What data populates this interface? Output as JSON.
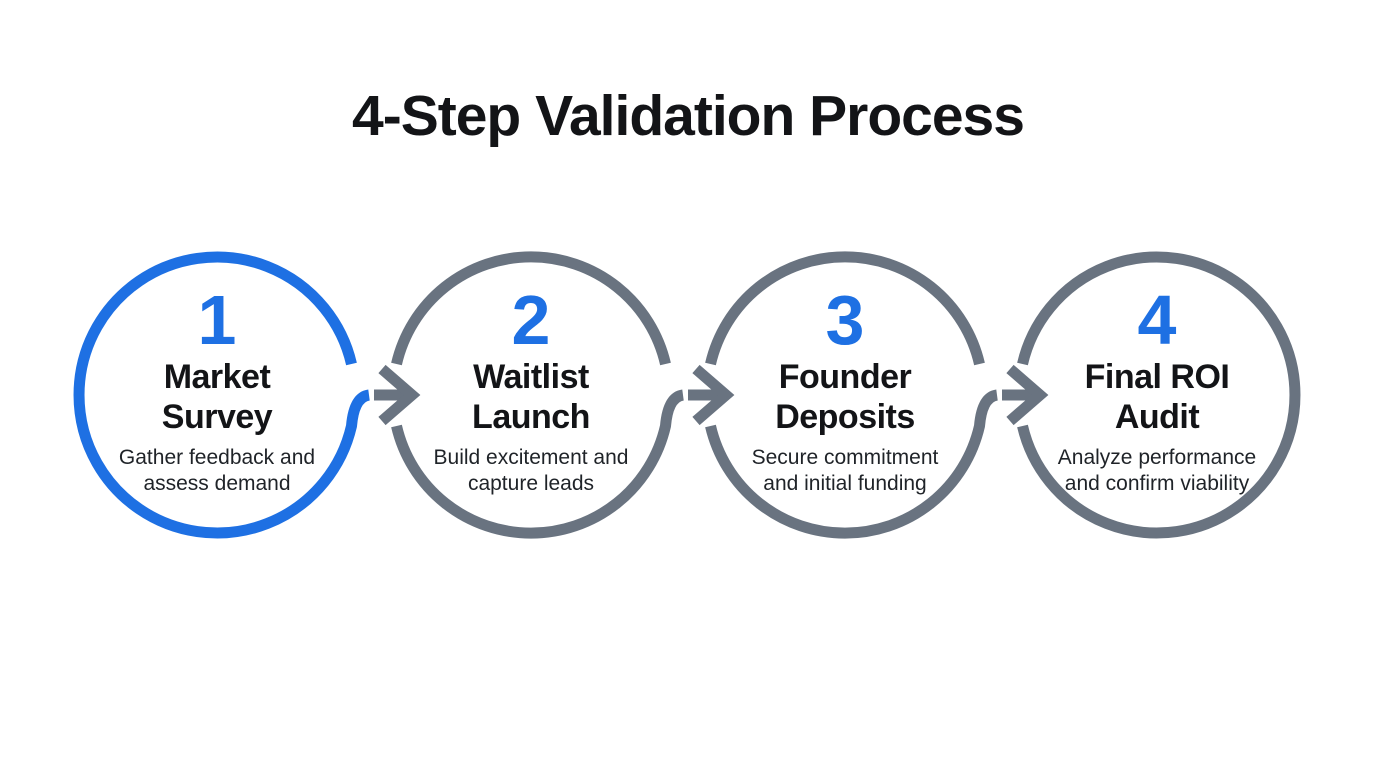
{
  "title": "4-Step Validation Process",
  "colors": {
    "accent_blue": "#1E70E3",
    "ring_gray": "#697380",
    "text_dark": "#131417",
    "text_body": "#1f2328",
    "background": "#ffffff"
  },
  "steps": [
    {
      "number": "1",
      "name_lines": [
        "Market",
        "Survey"
      ],
      "desc_lines": [
        "Gather feedback and",
        "assess demand"
      ],
      "ring_color": "#1E70E3"
    },
    {
      "number": "2",
      "name_lines": [
        "Waitlist",
        "Launch"
      ],
      "desc_lines": [
        "Build excitement and",
        "capture leads"
      ],
      "ring_color": "#697380"
    },
    {
      "number": "3",
      "name_lines": [
        "Founder",
        "Deposits"
      ],
      "desc_lines": [
        "Secure commitment",
        "and initial funding"
      ],
      "ring_color": "#697380"
    },
    {
      "number": "4",
      "name_lines": [
        "Final ROI",
        "Audit"
      ],
      "desc_lines": [
        "Analyze performance",
        "and confirm viability"
      ],
      "ring_color": "#697380"
    }
  ]
}
